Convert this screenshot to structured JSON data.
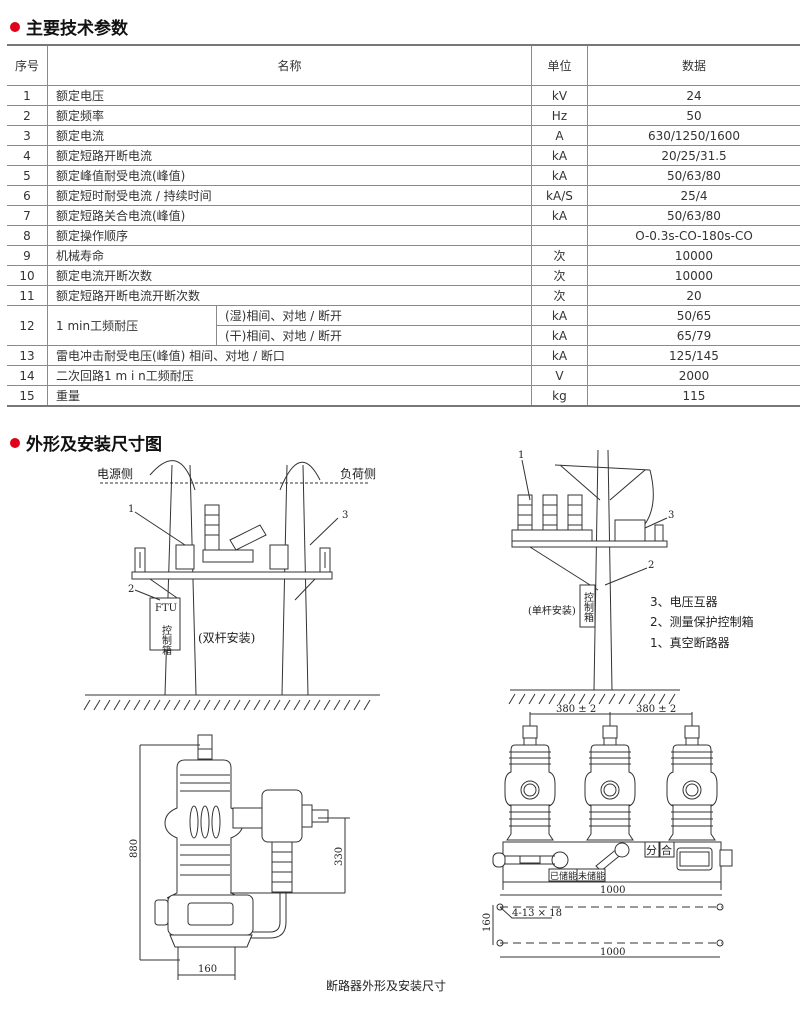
{
  "section1": {
    "title": "主要技术参数"
  },
  "table": {
    "headers": {
      "no": "序号",
      "name": "名称",
      "unit": "单位",
      "data": "数据"
    },
    "rows": [
      {
        "no": "1",
        "name": "额定电压",
        "unit": "kV",
        "data": "24"
      },
      {
        "no": "2",
        "name": "额定频率",
        "unit": "Hz",
        "data": "50"
      },
      {
        "no": "3",
        "name": "额定电流",
        "unit": "A",
        "data": "630/1250/1600"
      },
      {
        "no": "4",
        "name": "额定短路开断电流",
        "unit": "kA",
        "data": "20/25/31.5"
      },
      {
        "no": "5",
        "name": "额定峰值耐受电流(峰值)",
        "unit": "kA",
        "data": "50/63/80"
      },
      {
        "no": "6",
        "name": "额定短时耐受电流 / 持续时间",
        "unit": "kA/S",
        "data": "25/4"
      },
      {
        "no": "7",
        "name": "额定短路关合电流(峰值)",
        "unit": "kA",
        "data": "50/63/80"
      },
      {
        "no": "8",
        "name": "额定操作顺序",
        "unit": "",
        "data": "O-0.3s-CO-180s-CO"
      },
      {
        "no": "9",
        "name": "机械寿命",
        "unit": "次",
        "data": "10000"
      },
      {
        "no": "10",
        "name": "额定电流开断次数",
        "unit": "次",
        "data": "10000"
      },
      {
        "no": "11",
        "name": "额定短路开断电流开断次数",
        "unit": "次",
        "data": "20"
      }
    ],
    "row12": {
      "no": "12",
      "name": "1 min工频耐压",
      "sub": [
        {
          "name": "(湿)相间、对地 / 断开",
          "unit": "kA",
          "data": "50/65"
        },
        {
          "name": "(干)相间、对地 / 断开",
          "unit": "kA",
          "data": "65/79"
        }
      ]
    },
    "rows_tail": [
      {
        "no": "13",
        "name": "雷电冲击耐受电压(峰值)   相间、对地 / 断口",
        "unit": "kA",
        "data": "125/145"
      },
      {
        "no": "14",
        "name": " 二次回路1 m i n工频耐压",
        "unit": "V",
        "data": "2000"
      },
      {
        "no": "15",
        "name": " 重量",
        "unit": "kg",
        "data": "115"
      }
    ]
  },
  "section2": {
    "title": "外形及安装尺寸图"
  },
  "diagram_double": {
    "source_side": "电源侧",
    "load_side": "负荷侧",
    "n1": "1",
    "n2": "2",
    "n3": "3",
    "ftu": "FTU",
    "box": "控制箱",
    "caption": "(双杆安装)"
  },
  "diagram_single": {
    "n1": "1",
    "n2": "2",
    "n3": "3",
    "box": "控制箱",
    "caption": "(单杆安装)",
    "legend": [
      "3、电压互器",
      "2、测量保护控制箱",
      "1、真空断路器"
    ]
  },
  "diagram_side": {
    "h": "880",
    "h2": "330",
    "w": "160"
  },
  "diagram_front": {
    "pitch1": "380 ± 2",
    "pitch2": "380 ± 2",
    "open": "分",
    "close": "合",
    "charged": "已储能",
    "uncharged": "未储能",
    "width": "1000",
    "holes": "4-13 × 18",
    "depth": "160",
    "width2": "1000"
  },
  "caption": "断路器外形及安装尺寸"
}
